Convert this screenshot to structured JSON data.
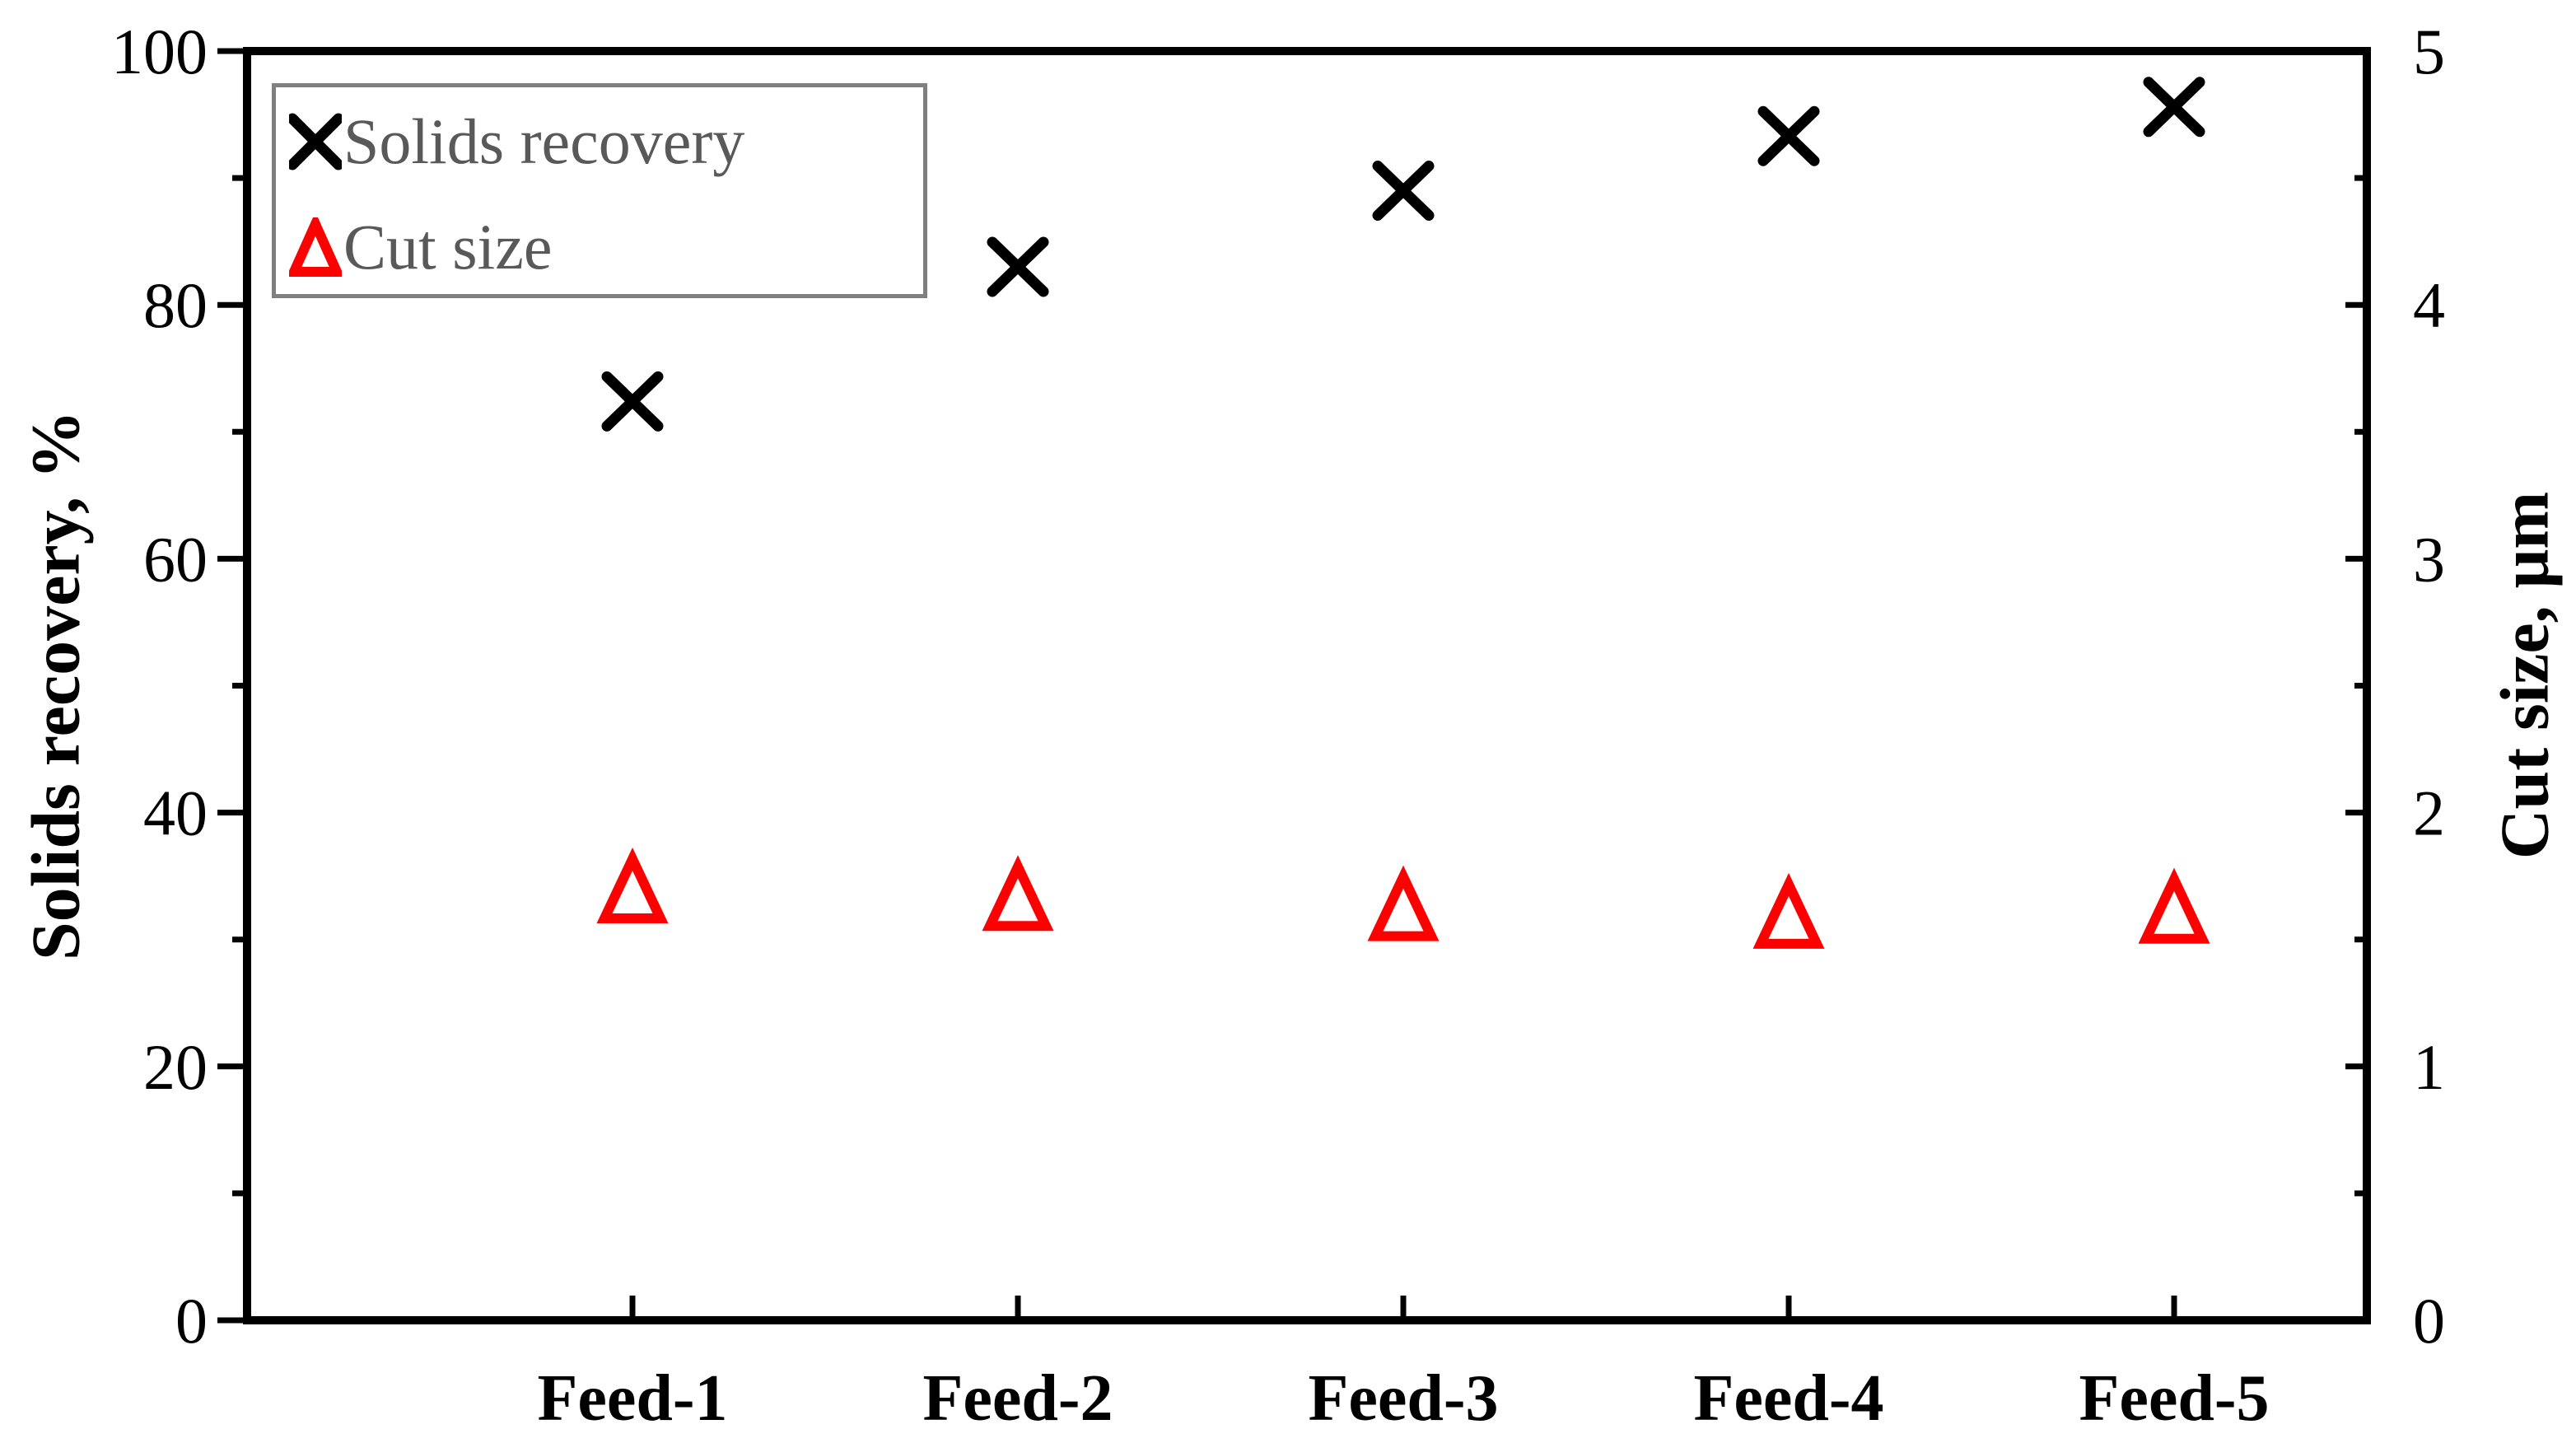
{
  "chart_data": {
    "type": "scatter",
    "categories": [
      "Feed-1",
      "Feed-2",
      "Feed-3",
      "Feed-4",
      "Feed-5"
    ],
    "series": [
      {
        "name": "Solids recovery",
        "axis": "left",
        "marker": "x",
        "color": "#000000",
        "values": [
          72.4,
          83.0,
          89.0,
          93.3,
          95.6
        ]
      },
      {
        "name": "Cut size",
        "axis": "right",
        "marker": "triangle",
        "color": "#ff0000",
        "values": [
          1.7,
          1.67,
          1.63,
          1.6,
          1.62
        ]
      }
    ],
    "left_axis": {
      "title": "Solids recovery, %",
      "min": 0,
      "max": 100,
      "major_step": 20,
      "minor_step": 10,
      "tick_labels": [
        "0",
        "20",
        "40",
        "60",
        "80",
        "100"
      ]
    },
    "right_axis": {
      "title": "Cut size, μm",
      "min": 0,
      "max": 5,
      "major_step": 1,
      "minor_step": 0.5,
      "tick_labels": [
        "0",
        "1",
        "2",
        "3",
        "4",
        "5"
      ]
    },
    "x_axis": {
      "min": 0,
      "max": 5.5,
      "positions": [
        1,
        2,
        3,
        4,
        5
      ]
    },
    "legend": {
      "position": "top-left",
      "entries": [
        "Solids recovery",
        "Cut size"
      ]
    },
    "grid": false,
    "colors": {
      "frame": "#000000",
      "series_solids": "#000000",
      "series_cutsize": "#ff0000",
      "legend_border": "#7f7f7f",
      "legend_text": "#595959",
      "background": "#ffffff"
    }
  }
}
